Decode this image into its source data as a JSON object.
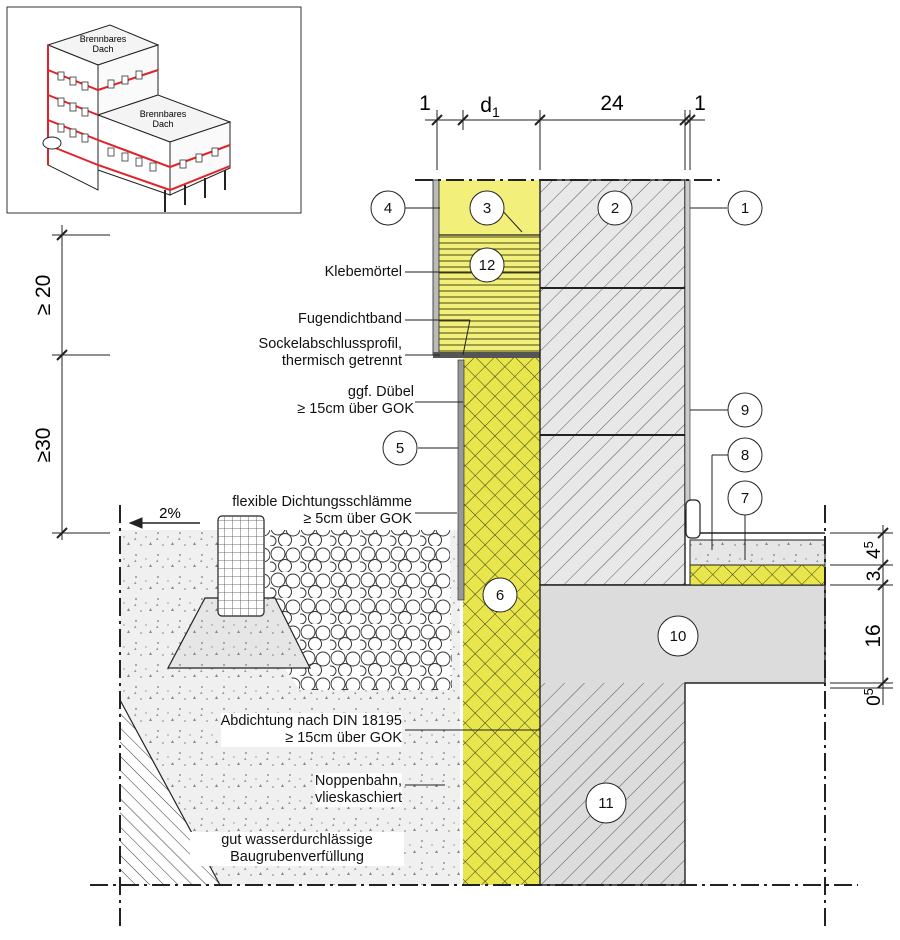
{
  "inset": {
    "roof_label_upper": [
      "Brennbares",
      "Dach"
    ],
    "roof_label_lower": [
      "Brennbares",
      "Dach"
    ]
  },
  "dimensions": {
    "top": [
      "1",
      "d1",
      "24",
      "1"
    ],
    "top_d_base": "d",
    "top_d_sub": "1",
    "left_upper": "≥ 20",
    "left_lower": "≥30",
    "right_45_base": "4",
    "right_45_sup": "5",
    "right_3": "3",
    "right_16": "16",
    "right_05_base": "0",
    "right_05_sup": "5",
    "slope": "2%"
  },
  "labels": {
    "klebemoertel": "Klebemörtel",
    "fugendichtband": "Fugendichtband",
    "sockelabschluss_1": "Sockelabschlussprofil,",
    "sockelabschluss_2": "thermisch getrennt",
    "duebel_1": "ggf. Dübel",
    "duebel_2": "≥ 15cm über GOK",
    "dichtungsschlaemme_1": "flexible Dichtungsschlämme",
    "dichtungsschlaemme_2": "≥ 5cm über GOK",
    "abdichtung_1": "Abdichtung nach DIN 18195",
    "abdichtung_2": "≥ 15cm über GOK",
    "noppenbahn_1": "Noppenbahn,",
    "noppenbahn_2": "vlieskaschiert",
    "verfuellung_1": "gut wasserdurchlässige",
    "verfuellung_2": "Baugrubenverfüllung"
  },
  "callouts": [
    "1",
    "2",
    "3",
    "4",
    "5",
    "6",
    "7",
    "8",
    "9",
    "10",
    "11",
    "12"
  ],
  "colors": {
    "insulation_yellow": "#f2ef7a",
    "xps_yellow": "#e9e64d",
    "concrete_grey": "#dcdcdc",
    "gravel_grey": "#f0f0f0",
    "red_fire_barrier": "#e0232a",
    "line": "#1a1a1a"
  }
}
